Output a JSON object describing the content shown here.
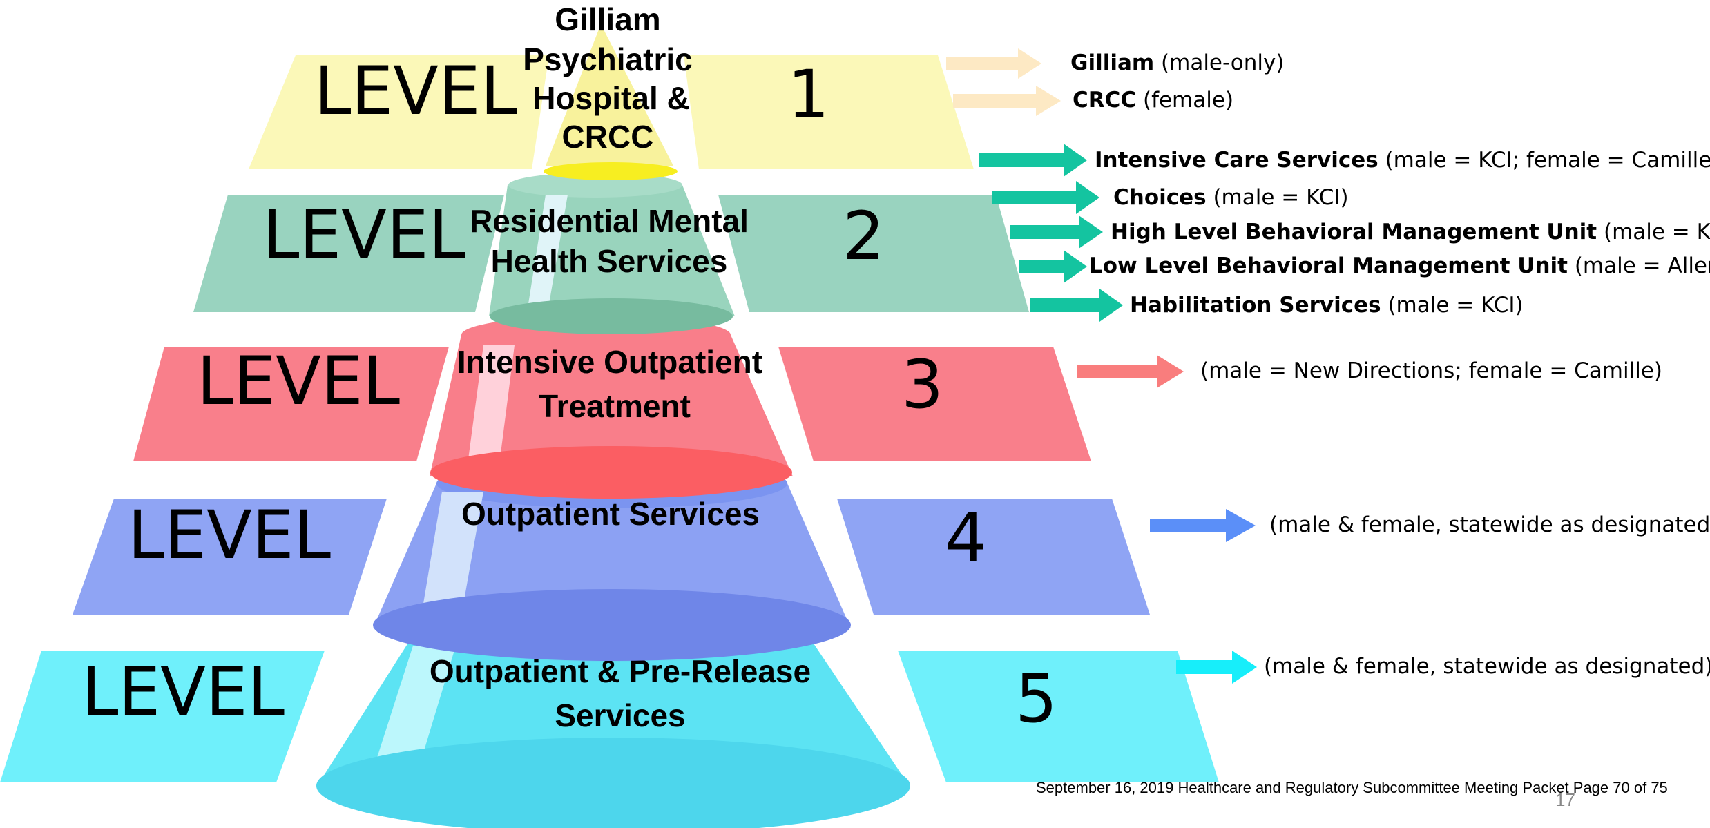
{
  "levels": [
    {
      "word": "LEVEL",
      "number": "1",
      "cone": [
        "Gilliam",
        "Psychiatric",
        "Hospital &",
        "CRCC"
      ]
    },
    {
      "word": "LEVEL",
      "number": "2",
      "cone": [
        "Residential Mental",
        "Health Services"
      ]
    },
    {
      "word": "LEVEL",
      "number": "3",
      "cone": [
        "Intensive Outpatient",
        "Treatment"
      ]
    },
    {
      "word": "LEVEL",
      "number": "4",
      "cone": [
        "Outpatient Services"
      ]
    },
    {
      "word": "LEVEL",
      "number": "5",
      "cone": [
        "Outpatient & Pre-Release",
        "Services"
      ]
    }
  ],
  "services": {
    "l1a": {
      "bold": "Gilliam",
      "rest": " (male-only)"
    },
    "l1b": {
      "bold": "CRCC",
      "rest": " (female)"
    },
    "l2a": {
      "bold": "Intensive Care Services",
      "rest": " (male = KCI; female = Camille)"
    },
    "l2b": {
      "bold": "Choices",
      "rest": " (male = KCI)"
    },
    "l2c": {
      "bold": "High Level Behavioral Management Unit",
      "rest": " (male = KCI)"
    },
    "l2d": {
      "bold": "Low Level Behavioral Management Unit",
      "rest": " (male = Allendale)"
    },
    "l2e": {
      "bold": "Habilitation Services",
      "rest": " (male = KCI)"
    },
    "l3a": {
      "bold": "",
      "rest": "(male = New Directions; female = Camille)"
    },
    "l4a": {
      "bold": "",
      "rest": "(male & female, statewide as designated)"
    },
    "l5a": {
      "bold": "",
      "rest": "(male & female, statewide as designated)"
    }
  },
  "footer": "September 16, 2019 Healthcare and Regulatory Subcommittee Meeting Packet Page 70 of 75",
  "page_number": "17",
  "colors": {
    "level1": "#fbf8b8",
    "level2": "#99d3bf",
    "level3": "#f97f8b",
    "level4": "#8fa4f4",
    "level5": "#6ff0fb",
    "arrow1": "#fde9c4",
    "arrow2": "#14c4a0",
    "arrow3": "#f97d7d",
    "arrow4": "#5b8ff8",
    "arrow5": "#17eefa"
  }
}
